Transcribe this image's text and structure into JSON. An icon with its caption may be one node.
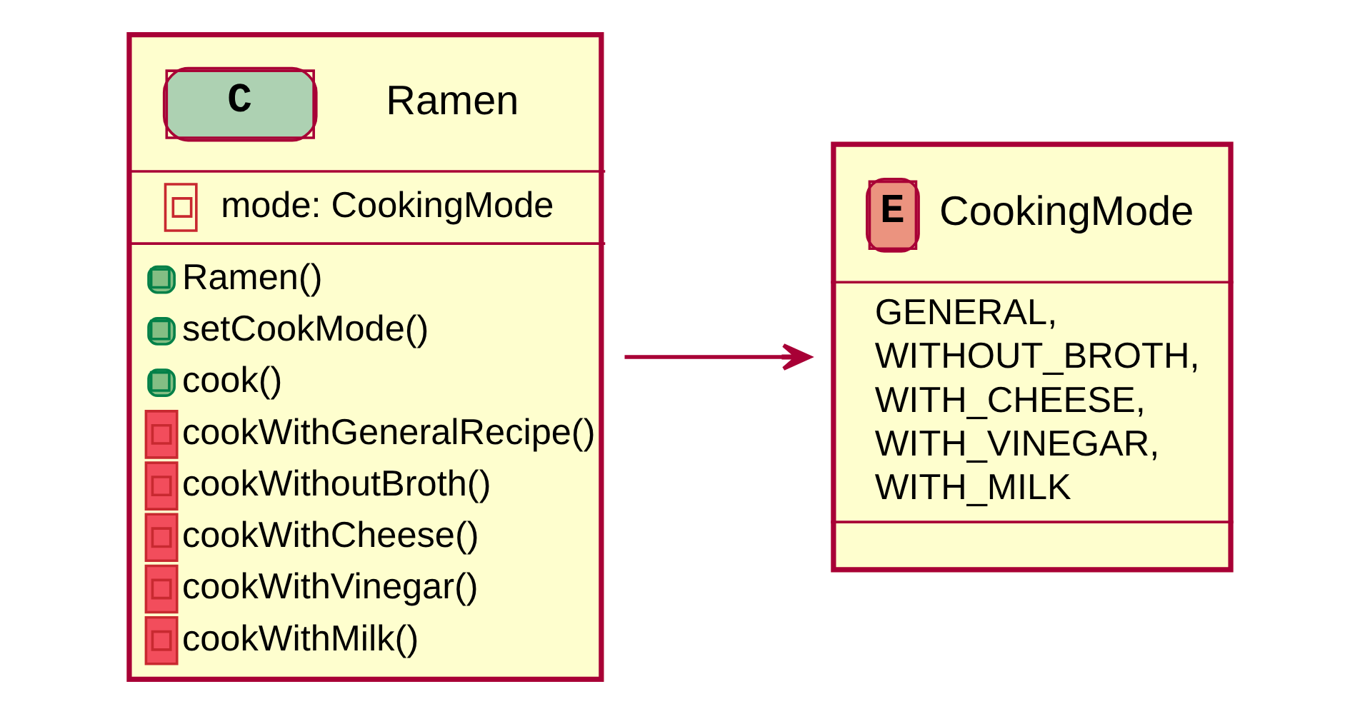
{
  "diagram": {
    "nodes": [
      {
        "text": [
          "C",
          "Ramen",
          "mode: CookingMode",
          "Ramen()",
          "setCookMode()",
          "cook()",
          "cookWithGeneralRecipe()",
          "cookWithoutBroth()",
          "cookWithCheese()",
          "cookWithVinegar()",
          "cookWithMilk()"
        ]
      },
      {
        "text": [
          "E",
          "CookingMode",
          "GENERAL,",
          "WITHOUT_BROTH,",
          "WITH_CHEESE,",
          "WITH_VINEGAR,",
          "WITH_MILK"
        ]
      }
    ],
    "edges": [
      {
        "from": 0,
        "to": 1,
        "arrow": "to"
      }
    ]
  }
}
